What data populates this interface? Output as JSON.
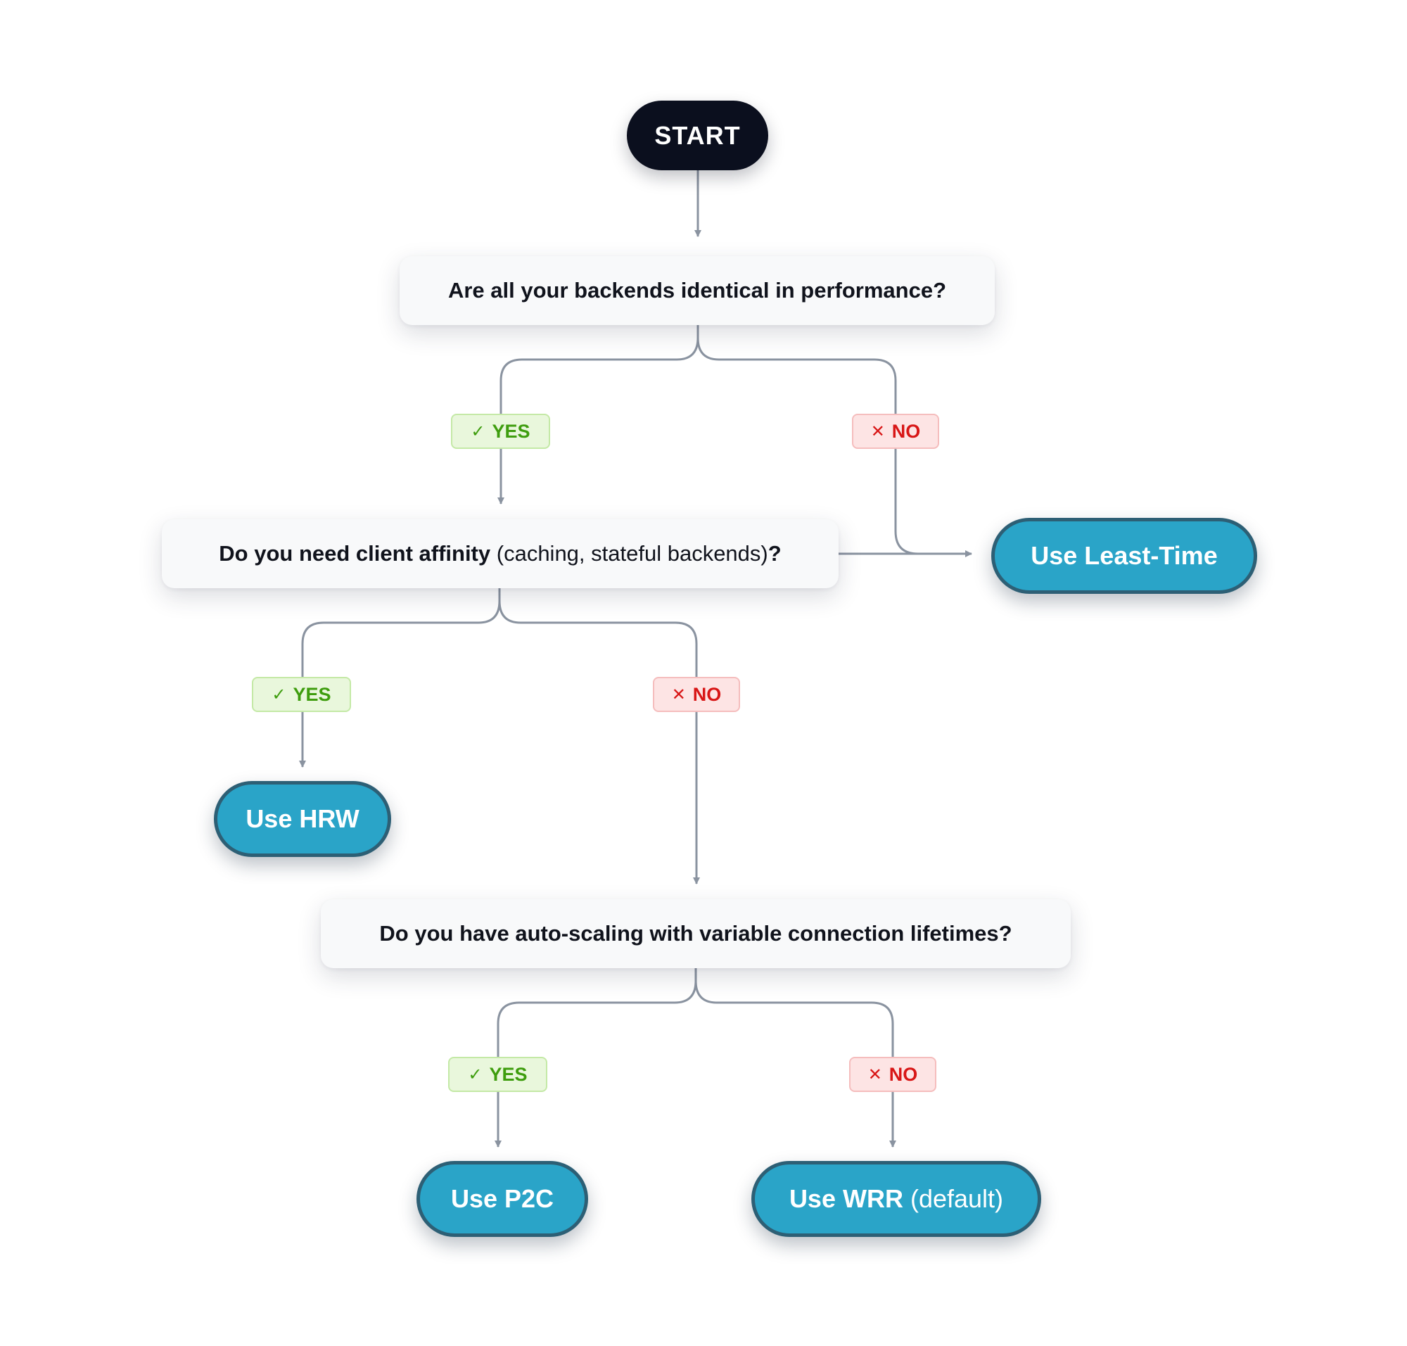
{
  "start": {
    "label": "START"
  },
  "questions": [
    {
      "text": "Are all your backends identical in performance?"
    },
    {
      "text_bold": "Do you need client affinity",
      "text_light": "(caching, stateful backends)",
      "text_end": "?"
    },
    {
      "text": "Do you have auto-scaling with variable connection lifetimes?"
    }
  ],
  "branches": {
    "yes_label": "YES",
    "no_label": "NO",
    "yes_icon": "✓",
    "no_icon": "✕"
  },
  "results": {
    "least_time": "Use Least-Time",
    "hrw": "Use HRW",
    "p2c": "Use P2C",
    "wrr": "Use WRR",
    "wrr_note": "(default)"
  },
  "colors": {
    "start_bg": "#0b0f1e",
    "result_bg": "#2aa4c8",
    "result_border": "#2d5f75",
    "yes": "#3e9d0e",
    "no": "#d81616",
    "connector": "#8a93a0"
  }
}
